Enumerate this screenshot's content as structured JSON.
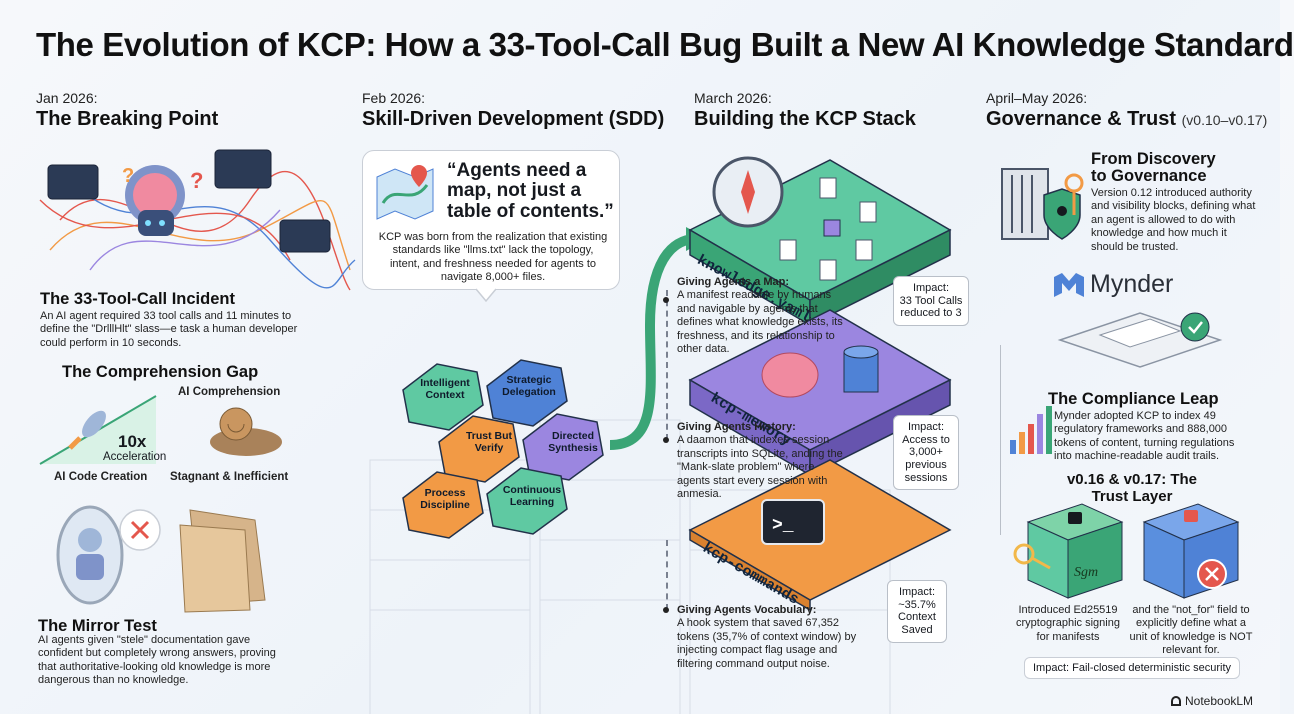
{
  "title": "The Evolution of KCP: How a 33-Tool-Call Bug Built a New AI Knowledge Standard",
  "columns": [
    {
      "date": "Jan 2026:",
      "heading": "The Breaking Point"
    },
    {
      "date": "Feb 2026:",
      "heading": "Skill-Driven Development (SDD)"
    },
    {
      "date": "March 2026:",
      "heading": "Building the KCP Stack"
    },
    {
      "date": "April–May 2026:",
      "heading": "Governance & Trust",
      "heading_sub": "(v0.10–v0.17)"
    }
  ],
  "col1": {
    "incident_title": "The 33-Tool-Call Incident",
    "incident_text": "An AI agent required 33 tool calls and 11 minutes to define the \"DrlllHlt\" slass—e task a human developer could perform in 10 seconds.",
    "gap_title": "The Comprehension Gap",
    "ai_comprehension": "AI Comprehension",
    "multiplier": "10x",
    "acceleration": "Acceleration",
    "ai_code_creation": "AI Code Creation",
    "stagnant": "Stagnant & Inefficient",
    "mirror_title": "The Mirror Test",
    "mirror_text": "AI agents given \"stele\" documentation gave confident but completely wrong answers, proving that authoritative-looking old knowledge is more dangerous than no knowledge."
  },
  "col2": {
    "quote": "“Agents need a map, not just a table of contents.”",
    "quote_text": "KCP was born from the realization that existing standards like \"llms.txt\" lack the topology, intent, and freshness needed for agents to navigate 8,000+ files.",
    "hexes": {
      "intelligent_context": "Intelligent Context",
      "strategic_delegation": "Strategic Delegation",
      "trust_but_verify": "Trust But Verify",
      "directed_synthesis": "Directed Synthesis",
      "process_discipline": "Process Discipline",
      "continuous_learning": "Continuous Learning"
    }
  },
  "col3": {
    "layer1": "knowledge.yaml",
    "layer2": "kcp-memory",
    "layer3": "kcp-commands",
    "map_title": "Giving Agents a Map:",
    "map_text": "A manifest readable by humans and navigable by agents that defines what knowledge exists, its freshness, and its relationship to other data.",
    "history_title": "Giving Agents History:",
    "history_text": "A daamon that indexes session transcripts into SQLite, anding the \"Mank-slate problem\" where agents start every session with anmesia.",
    "vocab_title": "Giving Agents Vocabulary:",
    "vocab_text": "A hook system that saved 67,352 tokens (35,7% of context window) by injecting compact flag usage and filtering command output noise.",
    "impact1_label": "Impact:",
    "impact1": "33 Tool Calls reduced to 3",
    "impact2_label": "Impact:",
    "impact2": "Access to 3,000+ previous sessions",
    "impact3_label": "Impact:",
    "impact3": "~35.7% Context Saved",
    "terminal_prompt": ">_"
  },
  "col4": {
    "discovery_title": "From Discovery to Governance",
    "discovery_text": "Version 0.12 introduced authority and visibility blocks, defining what an agent is allowed to do with knowledge and how much it should be trusted.",
    "brand": "Mynder",
    "compliance_title": "The Compliance Leap",
    "compliance_text": "Mynder adopted KCP to index 49 regulatory frameworks and 888,000 tokens of content, turning regulations into machine-readable audit trails.",
    "trust_title": "v0.16 & v0.17: The Trust Layer",
    "signing_text": "Introduced Ed25519 cryptographic signing for manifests",
    "notfor_text": "and the \"not_for\" field to explicitly define what a unit of knowledge is NOT relevant for.",
    "impact": "Impact: Fail-closed deterministic security",
    "signature": "Sgm"
  },
  "footer": {
    "brand": "NotebookLM"
  },
  "colors": {
    "teal": "#5fc9a2",
    "purple": "#9b86e0",
    "orange": "#f29a45",
    "blue": "#4f82d6",
    "green": "#3aa576",
    "red": "#e4574d"
  }
}
